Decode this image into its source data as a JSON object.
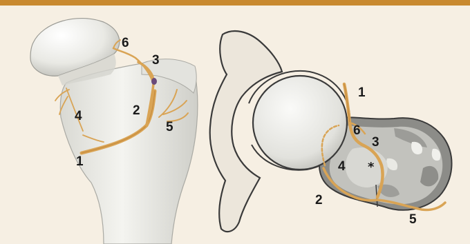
{
  "colors": {
    "top_bar": "#c8892f",
    "background": "#f6efe3",
    "vessel": "#d9a455",
    "vessel_dark": "#b5772a",
    "bone": "#ebebe6",
    "bone_shade": "#c9c9c3",
    "outline": "#333333"
  },
  "left_figure": {
    "labels": [
      "6",
      "3",
      "4",
      "2",
      "5",
      "1"
    ]
  },
  "right_figure": {
    "labels": [
      "1",
      "6",
      "3",
      "4",
      "2",
      "5"
    ],
    "asterisk": "*"
  }
}
